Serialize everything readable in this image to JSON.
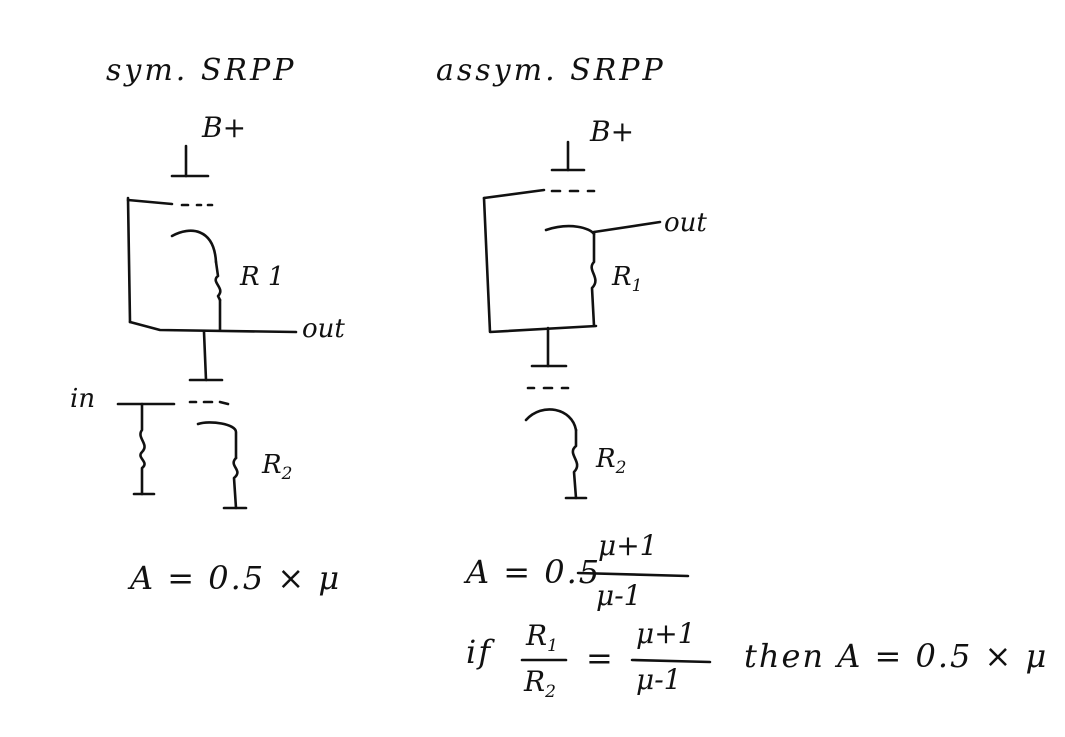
{
  "left": {
    "title": "sym. SRPP",
    "bplus": "B+",
    "r1": "R 1",
    "r2_main": "R",
    "r2_sub": "2",
    "out": "out",
    "in": "in",
    "formula": "A = 0.5 × μ"
  },
  "right": {
    "title": "assym. SRPP",
    "bplus": "B+",
    "out": "out",
    "r1_main": "R",
    "r1_sub": "1",
    "r2_main": "R",
    "r2_sub": "2",
    "formula_lhs": "A = 0.5",
    "formula_num": "μ+1",
    "formula_den": "μ-1",
    "cond_if": "if",
    "cond_num_main": "R",
    "cond_num_sub": "1",
    "cond_den_main": "R",
    "cond_den_sub": "2",
    "cond_eq": "=",
    "cond_rhs_num": "μ+1",
    "cond_rhs_den": "μ-1",
    "cond_then": "then A = 0.5 × μ"
  }
}
